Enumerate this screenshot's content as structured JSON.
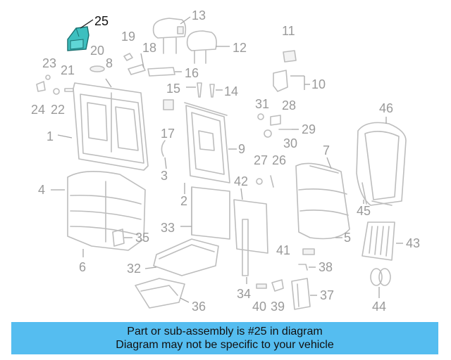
{
  "diagram": {
    "highlight_color": "#3dbfbf",
    "labels": {
      "p1": "1",
      "p2": "2",
      "p3": "3",
      "p4": "4",
      "p5": "5",
      "p6": "6",
      "p7": "7",
      "p8": "8",
      "p9": "9",
      "p10": "10",
      "p11": "11",
      "p12": "12",
      "p13": "13",
      "p14": "14",
      "p15": "15",
      "p16": "16",
      "p17": "17",
      "p18": "18",
      "p19": "19",
      "p20": "20",
      "p21": "21",
      "p22": "22",
      "p23": "23",
      "p24": "24",
      "p25": "25",
      "p26": "26",
      "p27": "27",
      "p28": "28",
      "p29": "29",
      "p30": "30",
      "p31": "31",
      "p32": "32",
      "p33": "33",
      "p34": "34",
      "p35": "35",
      "p36": "36",
      "p37": "37",
      "p38": "38",
      "p39": "39",
      "p40": "40",
      "p41": "41",
      "p42": "42",
      "p43": "43",
      "p44": "44",
      "p45": "45",
      "p46": "46"
    }
  },
  "banner": {
    "color": "#55bdf0",
    "line1": "Part or sub-assembly is #25 in diagram",
    "line2": "Diagram may not be specific to your vehicle"
  }
}
